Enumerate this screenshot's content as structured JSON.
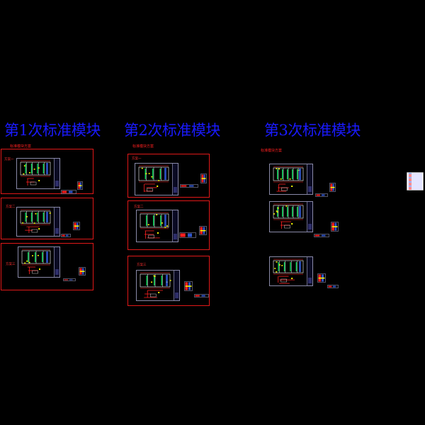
{
  "columns": [
    {
      "title": "第1次标准模块",
      "subtitle": "标准模块方案",
      "schemes": [
        {
          "label": "方案一"
        },
        {
          "label": "方案二"
        },
        {
          "label": "方案三"
        }
      ]
    },
    {
      "title": "第2次标准模块",
      "subtitle": "标准模块方案",
      "schemes": [
        {
          "label": "方案一"
        },
        {
          "label": "方案二"
        },
        {
          "label": "方案三"
        }
      ]
    },
    {
      "title": "第3次标准模块",
      "subtitle": "标准模块方案",
      "schemes": [
        {
          "label": ""
        },
        {
          "label": ""
        },
        {
          "label": ""
        }
      ]
    }
  ],
  "colors": {
    "background": "#000000",
    "heading": "#1a1aff",
    "frame": "#e01818",
    "wall": "#ffffff",
    "dimension": "#ff2020",
    "annotation": "#ffff00",
    "fixture": "#00ff66",
    "sheet_border": "#8a8aa8",
    "titleblock": "#2e2e6a",
    "accent_blue": "#3a6aff"
  },
  "icons": [
    "floor-plan-drawing",
    "title-block",
    "detail-fragment",
    "legend-table"
  ]
}
